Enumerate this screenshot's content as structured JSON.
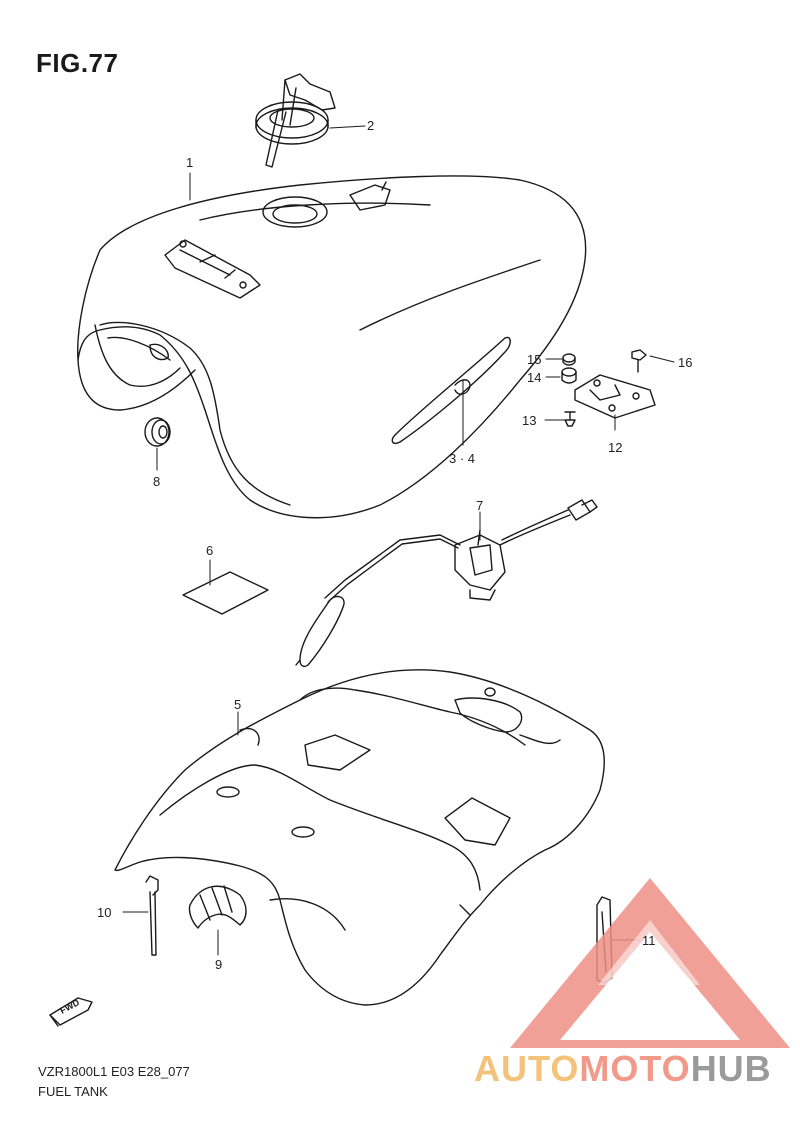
{
  "figure": {
    "title": "FIG.77"
  },
  "callouts": {
    "c1": "1",
    "c2": "2",
    "c34": "3 · 4",
    "c5": "5",
    "c6": "6",
    "c7": "7",
    "c8": "8",
    "c9": "9",
    "c10": "10",
    "c11": "11",
    "c12": "12",
    "c13": "13",
    "c14": "14",
    "c15": "15",
    "c16": "16"
  },
  "fwd_label": "FWD",
  "footer": {
    "model_code": "VZR1800L1 E03 E28_077",
    "caption": "FUEL TANK"
  },
  "watermark": {
    "part1": "AUTO",
    "part2": "MOTO",
    "part3": "HUB"
  },
  "colors": {
    "line": "#1a1a1a",
    "watermark_red": "#ef8f86",
    "watermark_orange": "#f4c27a",
    "watermark_gray": "#9a9a9a"
  }
}
